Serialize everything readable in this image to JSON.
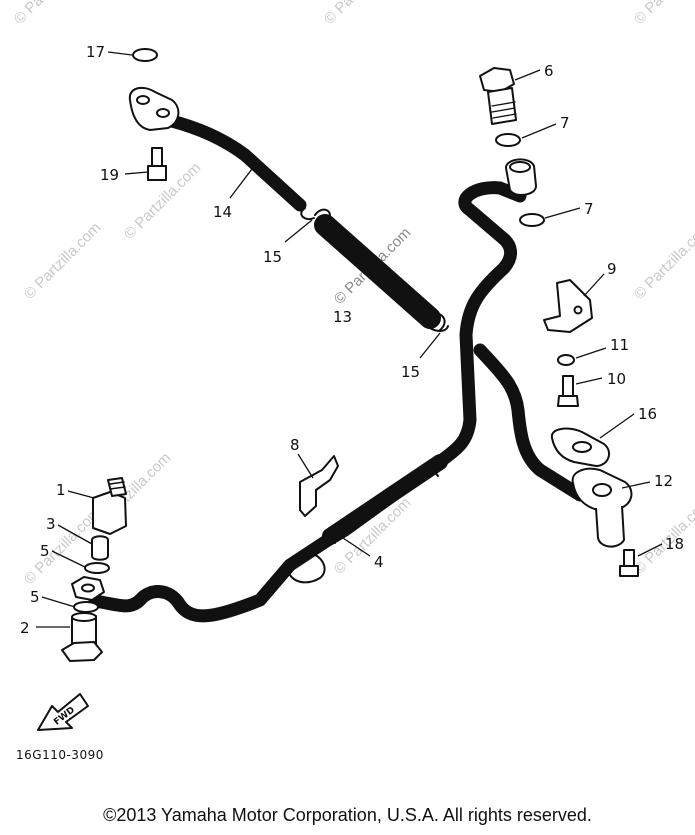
{
  "callouts": {
    "p1": "1",
    "p2": "2",
    "p3": "3",
    "p4": "4",
    "p5a": "5",
    "p5b": "5",
    "p6": "6",
    "p7a": "7",
    "p7b": "7",
    "p8": "8",
    "p9": "9",
    "p10": "10",
    "p11": "11",
    "p12": "12",
    "p13": "13",
    "p14": "14",
    "p15a": "15",
    "p15b": "15",
    "p16": "16",
    "p17": "17",
    "p18": "18",
    "p19": "19"
  },
  "watermark": "© Partzilla.com",
  "fwd_label": "FWD",
  "drawing_code": "16G110-3090",
  "copyright": "©2013  Yamaha Motor Corporation, U.S.A. All rights reserved."
}
